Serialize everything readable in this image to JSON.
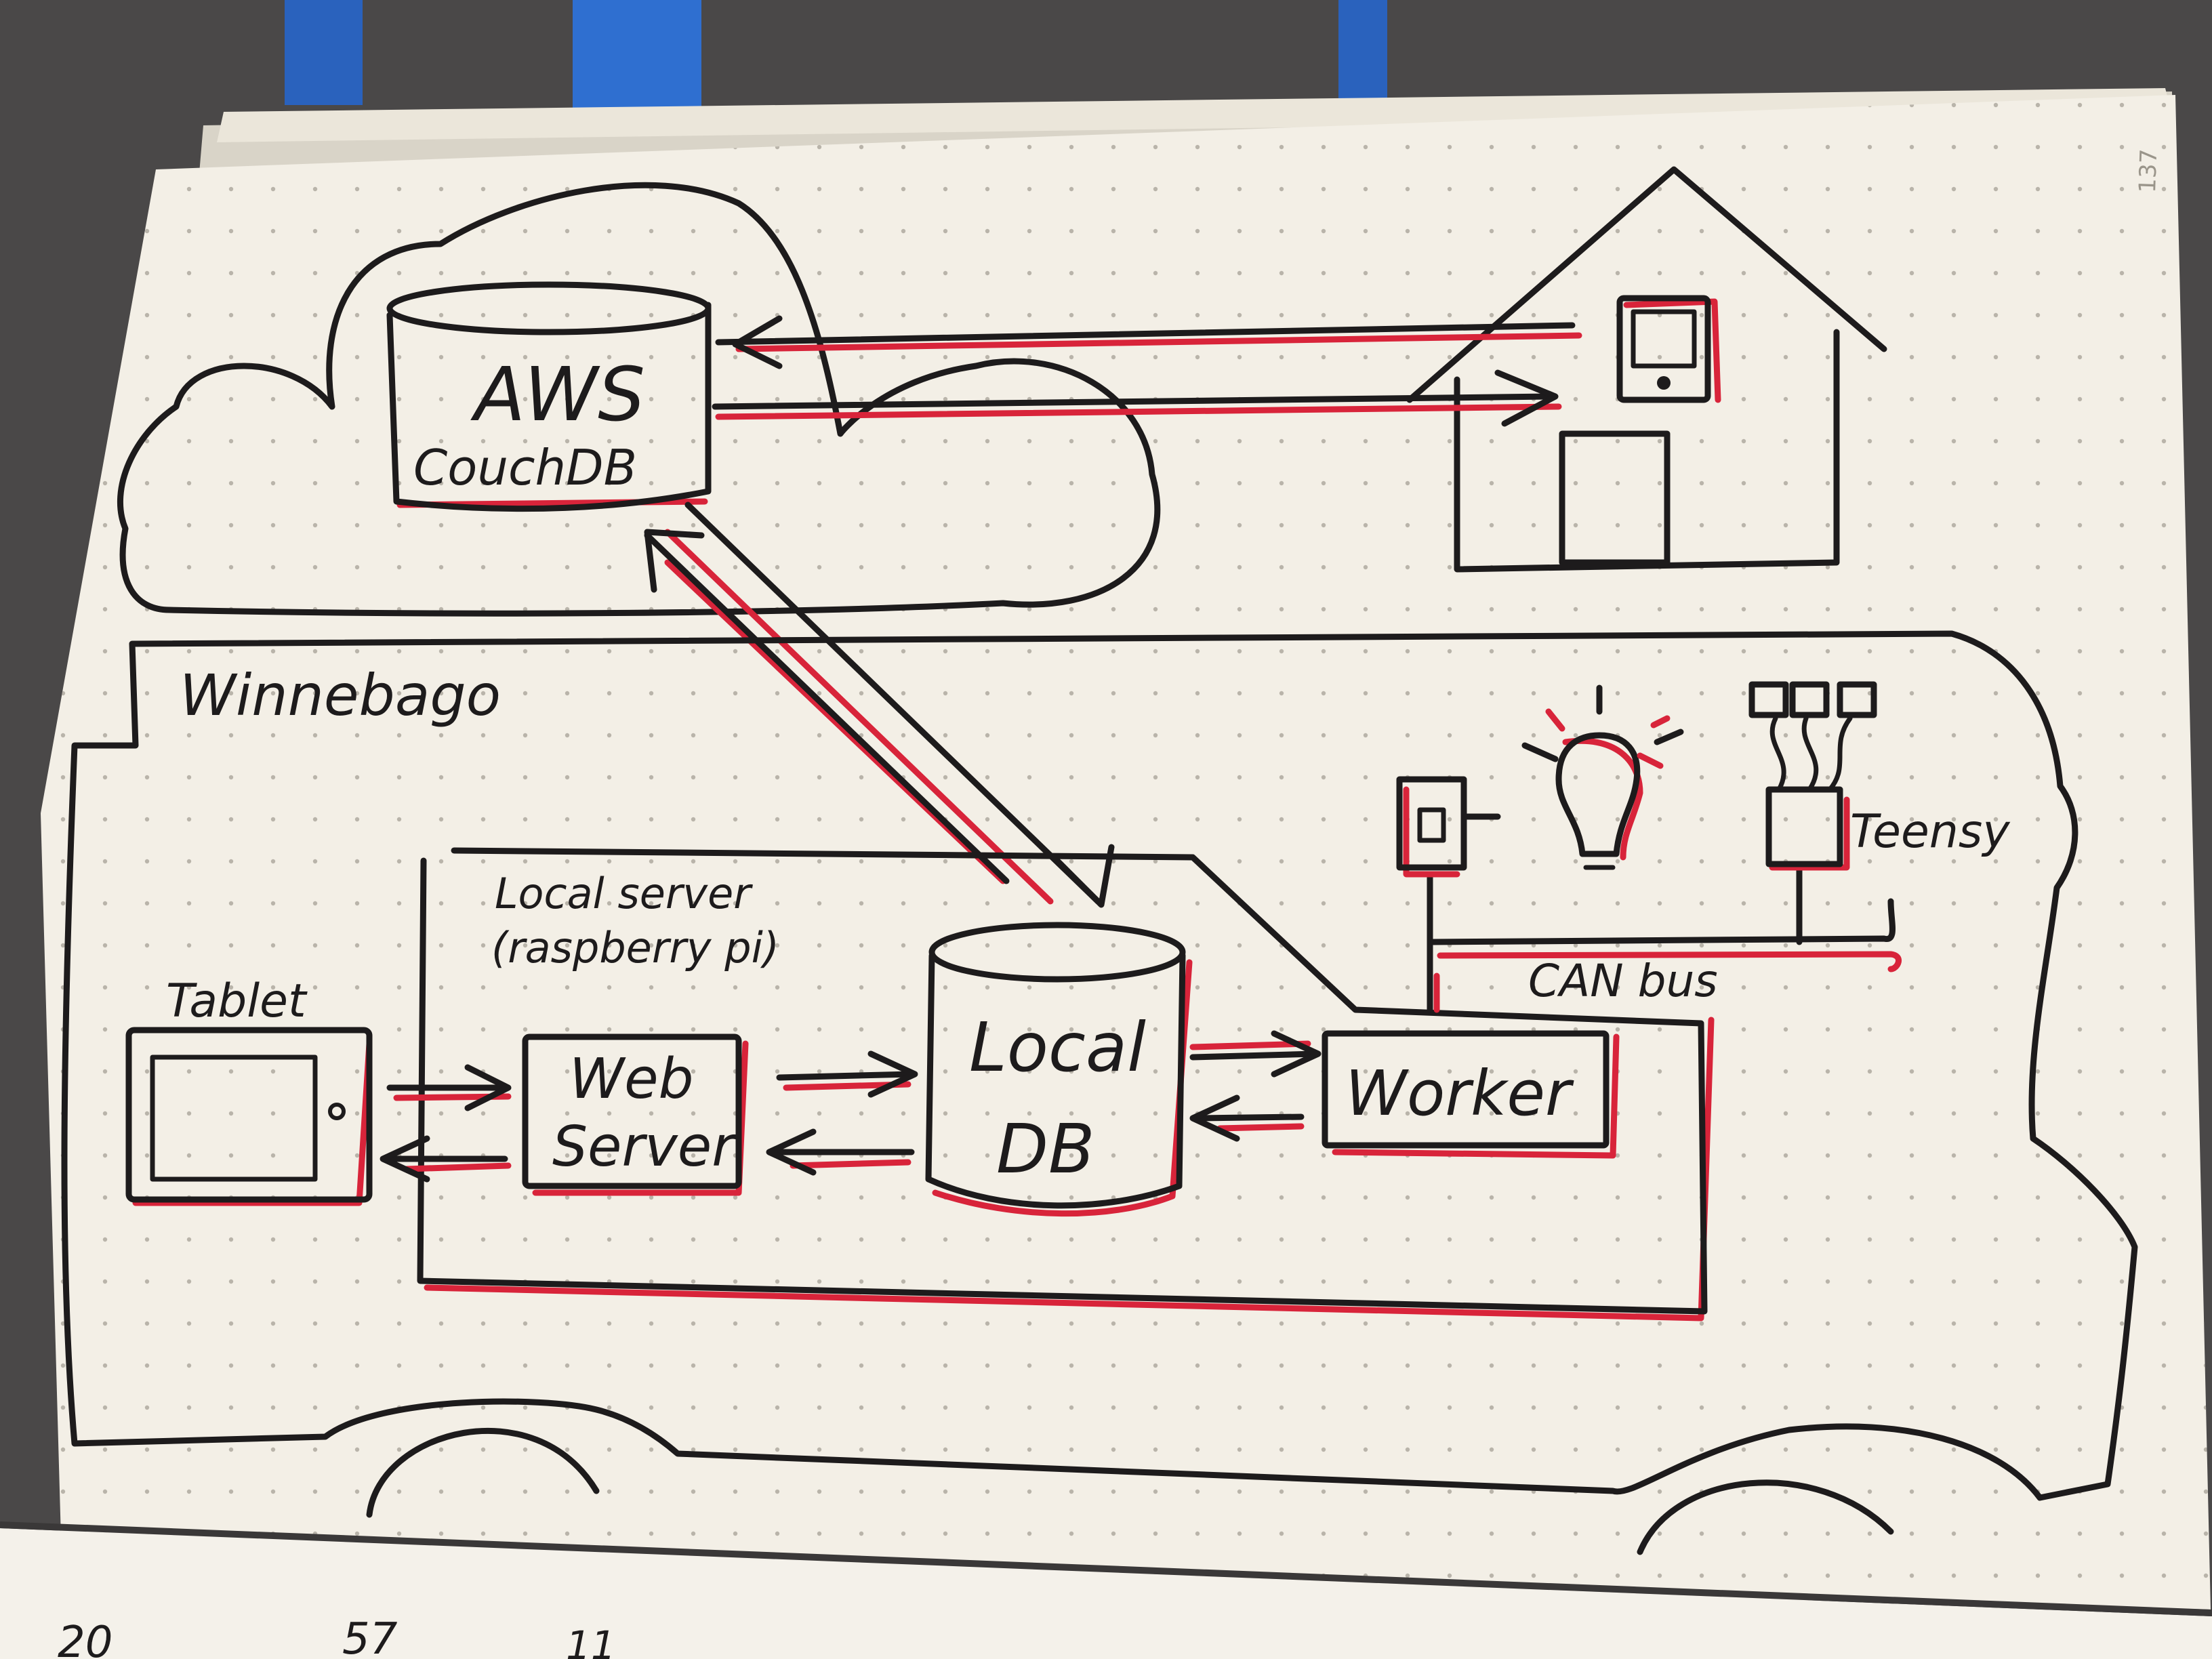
{
  "aws": {
    "line1": "AWS",
    "line2": "CouchDB"
  },
  "winnebago_label": "Winnebago",
  "local_server": {
    "line1": "Local server",
    "line2": "(raspberry pi)"
  },
  "tablet_label": "Tablet",
  "web_server": {
    "line1": "Web",
    "line2": "Server"
  },
  "local_db": {
    "line1": "Local",
    "line2": "DB"
  },
  "worker_label": "Worker",
  "teensy_label": "Teensy",
  "can_bus_label": "CAN bus",
  "page_number": "137",
  "bottom_page_marks": [
    "20",
    "57",
    "11"
  ],
  "colors": {
    "ink": "#1d1b1c",
    "red_pen": "#d8243a",
    "paper": "#f3efe6",
    "tape": "#2f6fd0"
  }
}
